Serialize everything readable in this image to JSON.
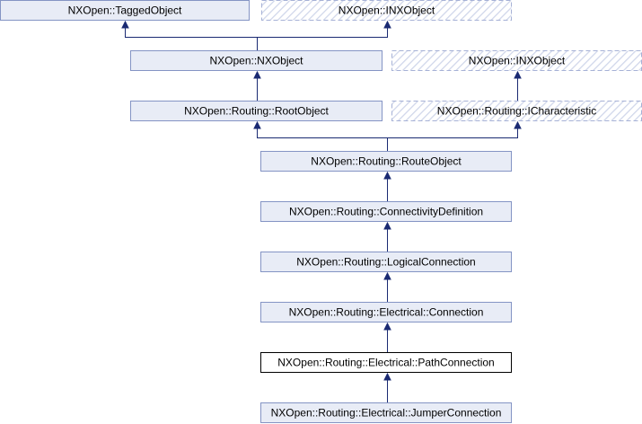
{
  "diagram": {
    "type": "inheritance-graph",
    "nodes": [
      {
        "id": "tagged",
        "label": "NXOpen::TaggedObject",
        "style": "normal"
      },
      {
        "id": "inxobj_top",
        "label": "NXOpen::INXObject",
        "style": "external"
      },
      {
        "id": "nxobject",
        "label": "NXOpen::NXObject",
        "style": "normal"
      },
      {
        "id": "inxobj_mid",
        "label": "NXOpen::INXObject",
        "style": "external"
      },
      {
        "id": "rootobject",
        "label": "NXOpen::Routing::RootObject",
        "style": "normal"
      },
      {
        "id": "icharacteristic",
        "label": "NXOpen::Routing::ICharacteristic",
        "style": "external"
      },
      {
        "id": "routeobject",
        "label": "NXOpen::Routing::RouteObject",
        "style": "normal"
      },
      {
        "id": "connectivitydef",
        "label": "NXOpen::Routing::ConnectivityDefinition",
        "style": "normal"
      },
      {
        "id": "logicalconn",
        "label": "NXOpen::Routing::LogicalConnection",
        "style": "normal"
      },
      {
        "id": "elecconn",
        "label": "NXOpen::Routing::Electrical::Connection",
        "style": "normal"
      },
      {
        "id": "pathconn",
        "label": "NXOpen::Routing::Electrical::PathConnection",
        "style": "current"
      },
      {
        "id": "jumperconn",
        "label": "NXOpen::Routing::Electrical::JumperConnection",
        "style": "normal"
      }
    ],
    "edges": [
      {
        "from": "nxobject",
        "to": "tagged"
      },
      {
        "from": "nxobject",
        "to": "inxobj_top"
      },
      {
        "from": "rootobject",
        "to": "nxobject"
      },
      {
        "from": "routeobject",
        "to": "rootobject"
      },
      {
        "from": "routeobject",
        "to": "icharacteristic"
      },
      {
        "from": "icharacteristic",
        "to": "inxobj_mid"
      },
      {
        "from": "connectivitydef",
        "to": "routeobject"
      },
      {
        "from": "logicalconn",
        "to": "connectivitydef"
      },
      {
        "from": "elecconn",
        "to": "logicalconn"
      },
      {
        "from": "pathconn",
        "to": "elecconn"
      },
      {
        "from": "jumperconn",
        "to": "pathconn"
      }
    ],
    "colors": {
      "node_fill": "#e8ecf6",
      "node_border": "#8494c4",
      "current_border": "#000000",
      "edge": "#1a2a72"
    }
  }
}
